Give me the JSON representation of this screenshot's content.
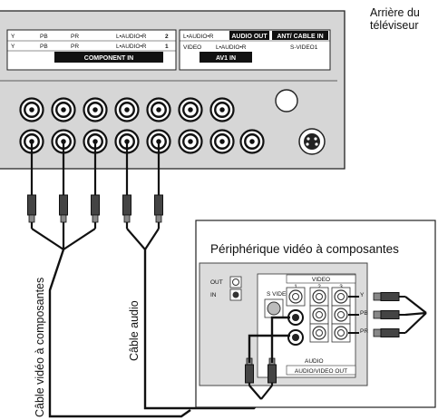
{
  "tv_caption": [
    "Arrière du",
    "téléviseur"
  ],
  "tv_panel": {
    "component_in_header_row2": [
      "Y",
      "PB",
      "PR",
      "L•AUDIO•R",
      "2"
    ],
    "component_in_header_row1": [
      "Y",
      "PB",
      "PR",
      "L•AUDIO•R",
      "1"
    ],
    "component_in_label": "COMPONENT IN",
    "audio_out_left": "L•AUDIO•R",
    "audio_out_label": "AUDIO OUT",
    "ant_cable_label": "ANT/ CABLE IN",
    "av1_row": [
      "VIDEO",
      "L•AUDIO•R",
      "S-VIDEO1"
    ],
    "av1_label": "AV1 IN"
  },
  "device": {
    "title": "Périphérique vidéo à composantes",
    "out_label": "OUT",
    "in_label": "IN",
    "video_label": "VIDEO",
    "svideo_label": "S VIDEO",
    "audio_label": "AUDIO",
    "audio_video_out_label": "AUDIO/VIDEO OUT",
    "jack_labels": [
      "Y",
      "PB",
      "PR"
    ],
    "numbers": [
      "1",
      "2",
      "3"
    ]
  },
  "cables": {
    "component_cable_label": "Câble vidéo à composantes",
    "audio_cable_label": "Câble audio"
  }
}
